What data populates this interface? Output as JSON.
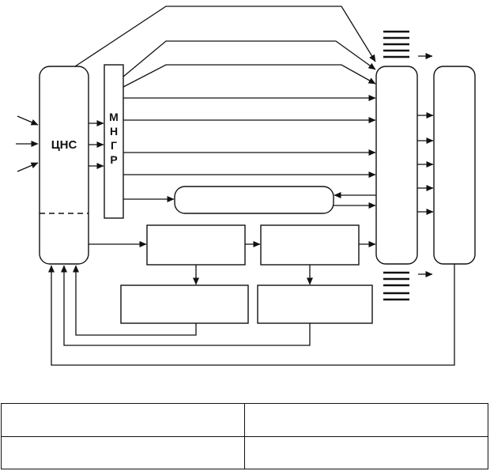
{
  "diagram": {
    "cns_label": "ЦНС",
    "mngr_letters": [
      "М",
      "Н",
      "Г",
      "Р"
    ],
    "colors": {
      "line": "#111111",
      "background": "#ffffff"
    }
  },
  "table": {
    "rows": [
      [
        "",
        ""
      ],
      [
        "",
        ""
      ]
    ]
  }
}
